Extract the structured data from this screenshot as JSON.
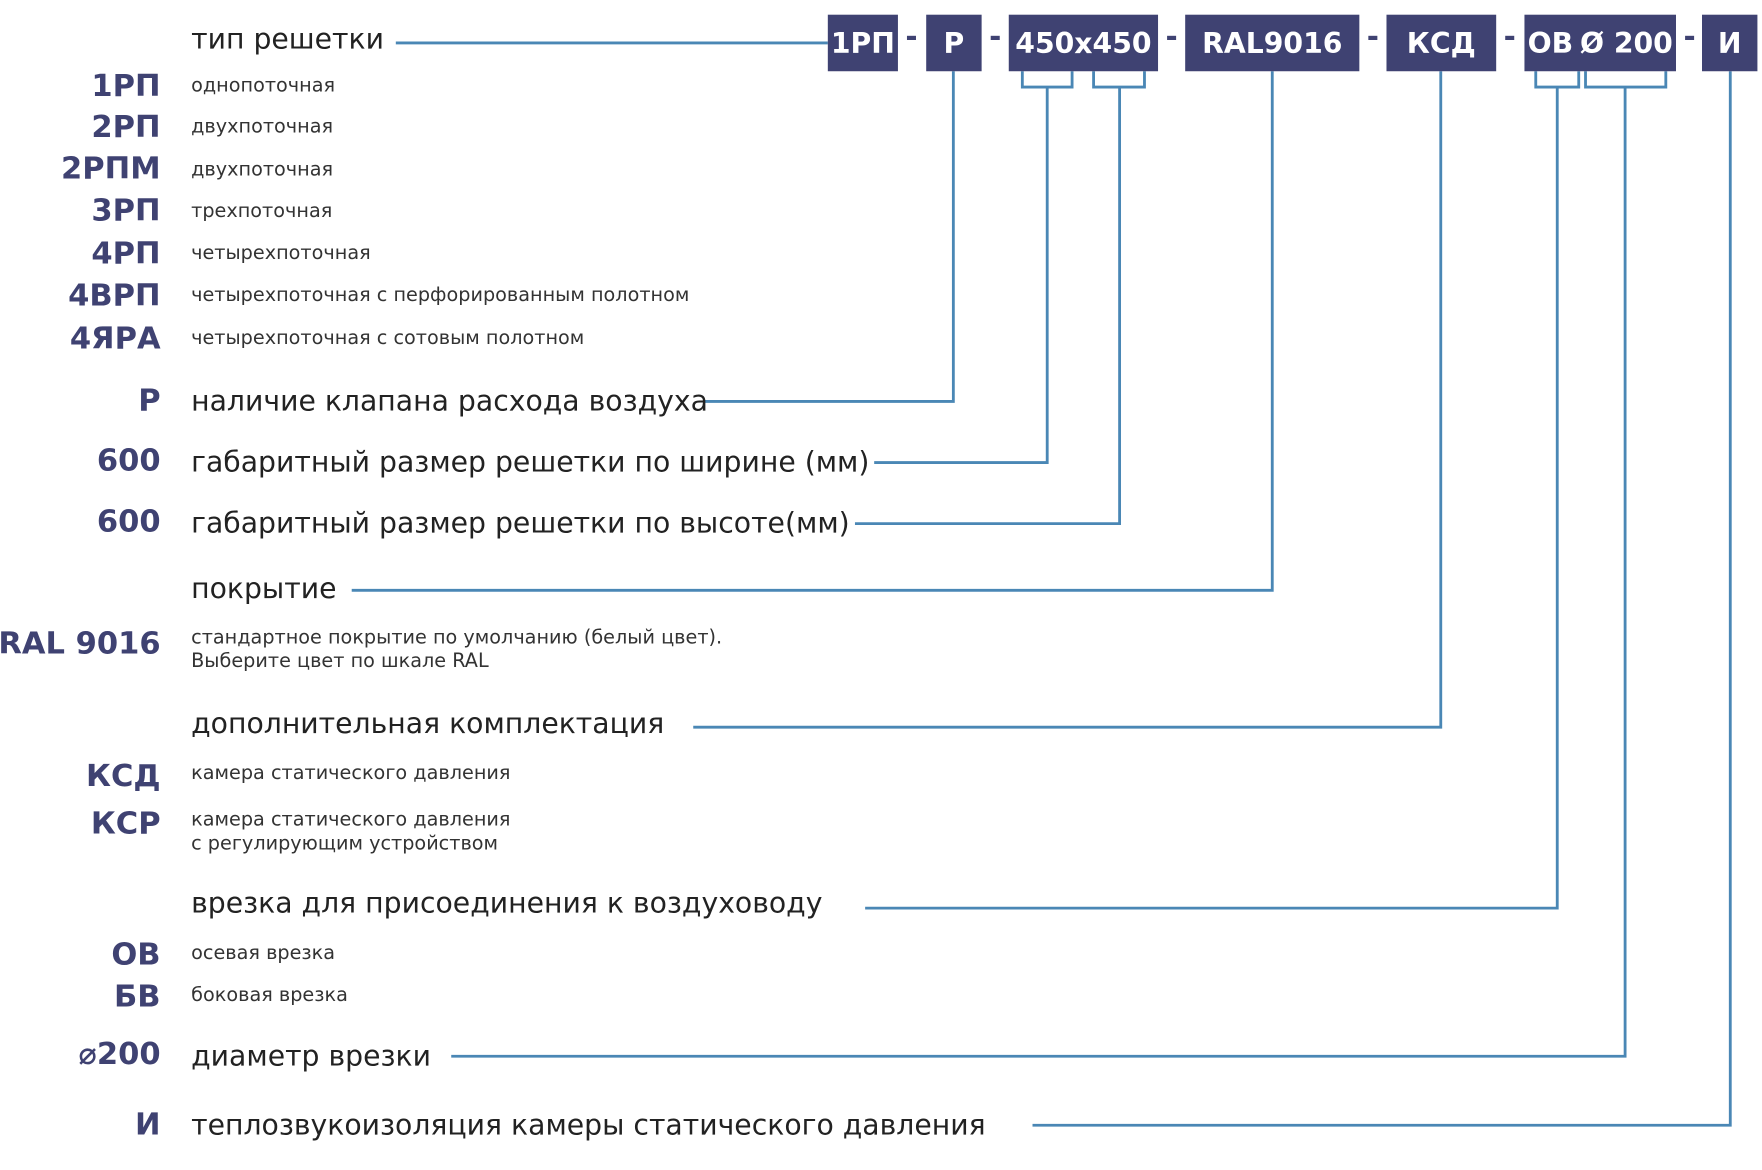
{
  "code_boxes": {
    "type": "1РП",
    "valve": "Р",
    "size": "450х450",
    "coating": "RAL9016",
    "chamber": "КСД",
    "cutin_type": "ОВ",
    "cutin_diameter": "Ø 200",
    "insulation": "И"
  },
  "separator": "-",
  "colors": {
    "box": "#3f4272",
    "connector": "#4a87b5",
    "code_text": "#3f4272"
  },
  "legend": {
    "type": {
      "heading": "тип решетки",
      "options": [
        {
          "code": "1РП",
          "text": "однопоточная"
        },
        {
          "code": "2РП",
          "text": "двухпоточная"
        },
        {
          "code": "2РПМ",
          "text": "двухпоточная"
        },
        {
          "code": "3РП",
          "text": "трехпоточная"
        },
        {
          "code": "4РП",
          "text": "четырехпоточная"
        },
        {
          "code": "4ВРП",
          "text": "четырехпоточная с перфорированным полотном"
        },
        {
          "code": "4ЯРА",
          "text": "четырехпоточная с сотовым полотном"
        }
      ]
    },
    "valve": {
      "code": "Р",
      "text": "наличие клапана расхода воздуха"
    },
    "width": {
      "code": "600",
      "text": "габаритный размер решетки по ширине (мм)"
    },
    "height": {
      "code": "600",
      "text": "габаритный размер решетки по высоте(мм)"
    },
    "coating": {
      "heading": "покрытие",
      "option": {
        "code": "RAL 9016",
        "line1": "стандартное покрытие по умолчанию (белый цвет).",
        "line2": "Выберите цвет по шкале RAL"
      }
    },
    "equipment": {
      "heading": "дополнительная комплектация",
      "options": [
        {
          "code": "КСД",
          "line1": "камера статического давления"
        },
        {
          "code": "КСР",
          "line1": "камера статического давления",
          "line2": "с регулирующим устройством"
        }
      ]
    },
    "cutin": {
      "heading": "врезка для присоединения к воздуховоду",
      "options": [
        {
          "code": "ОВ",
          "text": "осевая врезка"
        },
        {
          "code": "БВ",
          "text": "боковая врезка"
        }
      ]
    },
    "diameter": {
      "code": "⌀200",
      "text": "диаметр врезки"
    },
    "insulation": {
      "code": "И",
      "text": "теплозвукоизоляция камеры статического давления"
    }
  }
}
